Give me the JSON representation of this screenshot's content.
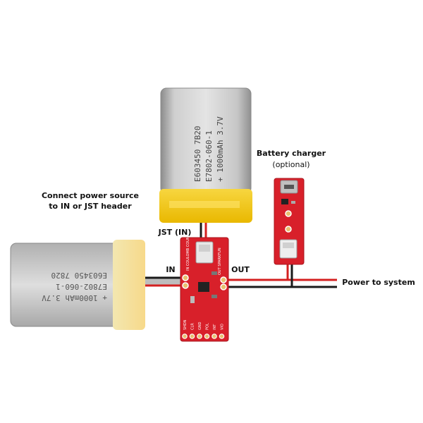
{
  "labels": {
    "connect_line1": "Connect power source",
    "connect_line2": "to IN or JST header",
    "jst": "JST (IN)",
    "in": "IN",
    "out": "OUT",
    "charger_line1": "Battery charger",
    "charger_line2": "(optional)",
    "power_to_system": "Power to system"
  },
  "battery_top": {
    "line1": "E603450 7B20",
    "line2": "E7802-060-1",
    "line3": "+ 1000mAh 3.7V"
  },
  "battery_left": {
    "line1": "+ 1000mAh 3.7V",
    "line2": "E7802-060-1",
    "line3": "E603450 7820"
  },
  "board": {
    "side_text": "IN COULOMB COUNTER",
    "right_text": "OUT SPARKFUN",
    "pins": [
      "SHDN",
      "CLR",
      "GND",
      "POL",
      "INT",
      "VIO"
    ]
  },
  "colors": {
    "board_red": "#d8202a",
    "wire_red": "#d42020",
    "wire_black": "#1a1a1a",
    "kapton": "#f2c400"
  }
}
